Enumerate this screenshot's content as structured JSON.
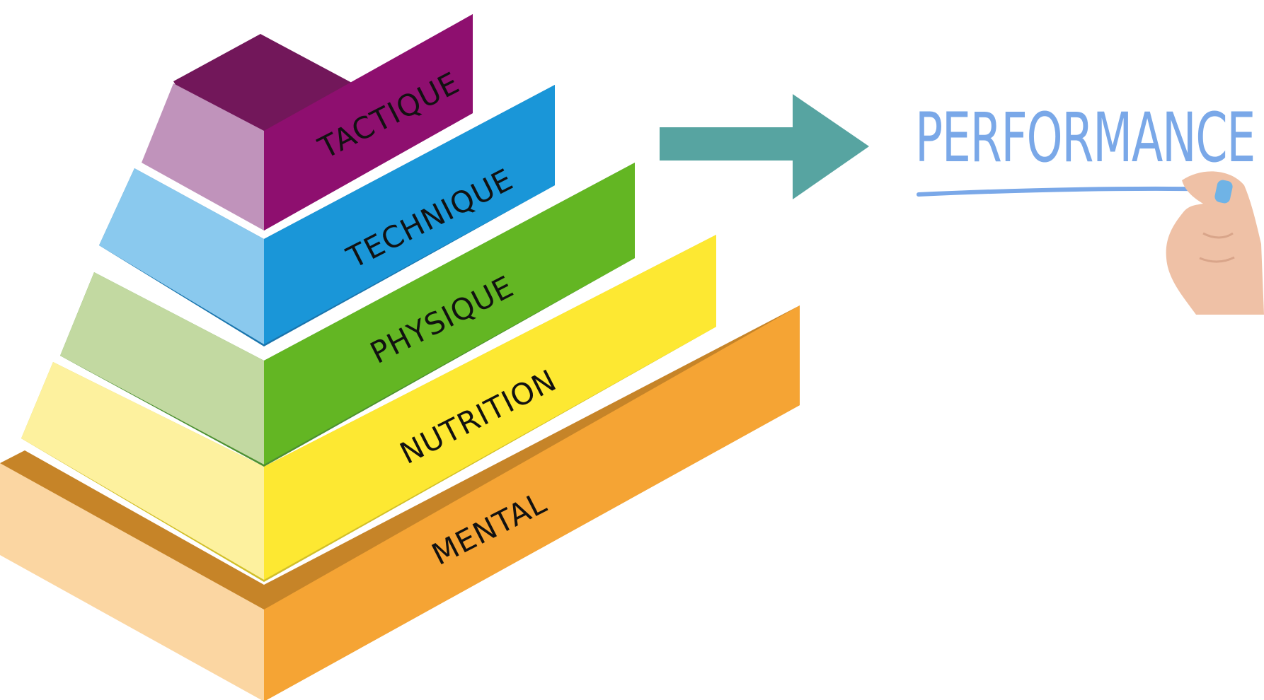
{
  "diagram": {
    "layers": [
      {
        "id": "mental",
        "label": "MENTAL",
        "colors": {
          "top": "#c68428",
          "side": "#fbd6a2",
          "front": "#f5a434"
        }
      },
      {
        "id": "nutrition",
        "label": "NUTRITION",
        "colors": {
          "top": "#d1bf29",
          "side": "#fdf19e",
          "front": "#fde832"
        }
      },
      {
        "id": "physique",
        "label": "PHYSIQUE",
        "colors": {
          "top": "#4c9030",
          "side": "#c2d9a1",
          "front": "#63b623"
        }
      },
      {
        "id": "technique",
        "label": "TECHNIQUE",
        "colors": {
          "top": "#1a75ad",
          "side": "#8ac9ee",
          "front": "#1a96d8"
        }
      },
      {
        "id": "tactique",
        "label": "TACTIQUE",
        "colors": {
          "top": "#72175a",
          "side": "#c093bb",
          "front": "#8e0f6f"
        }
      }
    ],
    "arrow": {
      "color": "#57a4a1"
    },
    "result": {
      "label": "PERFORMANCE",
      "color": "#7aa8e8",
      "underline_color": "#7aa8e8"
    },
    "hand": {
      "icon": "hand-holding-marker-icon",
      "marker_color": "#6fb3e6",
      "skin_color": "#efc1a6"
    }
  }
}
